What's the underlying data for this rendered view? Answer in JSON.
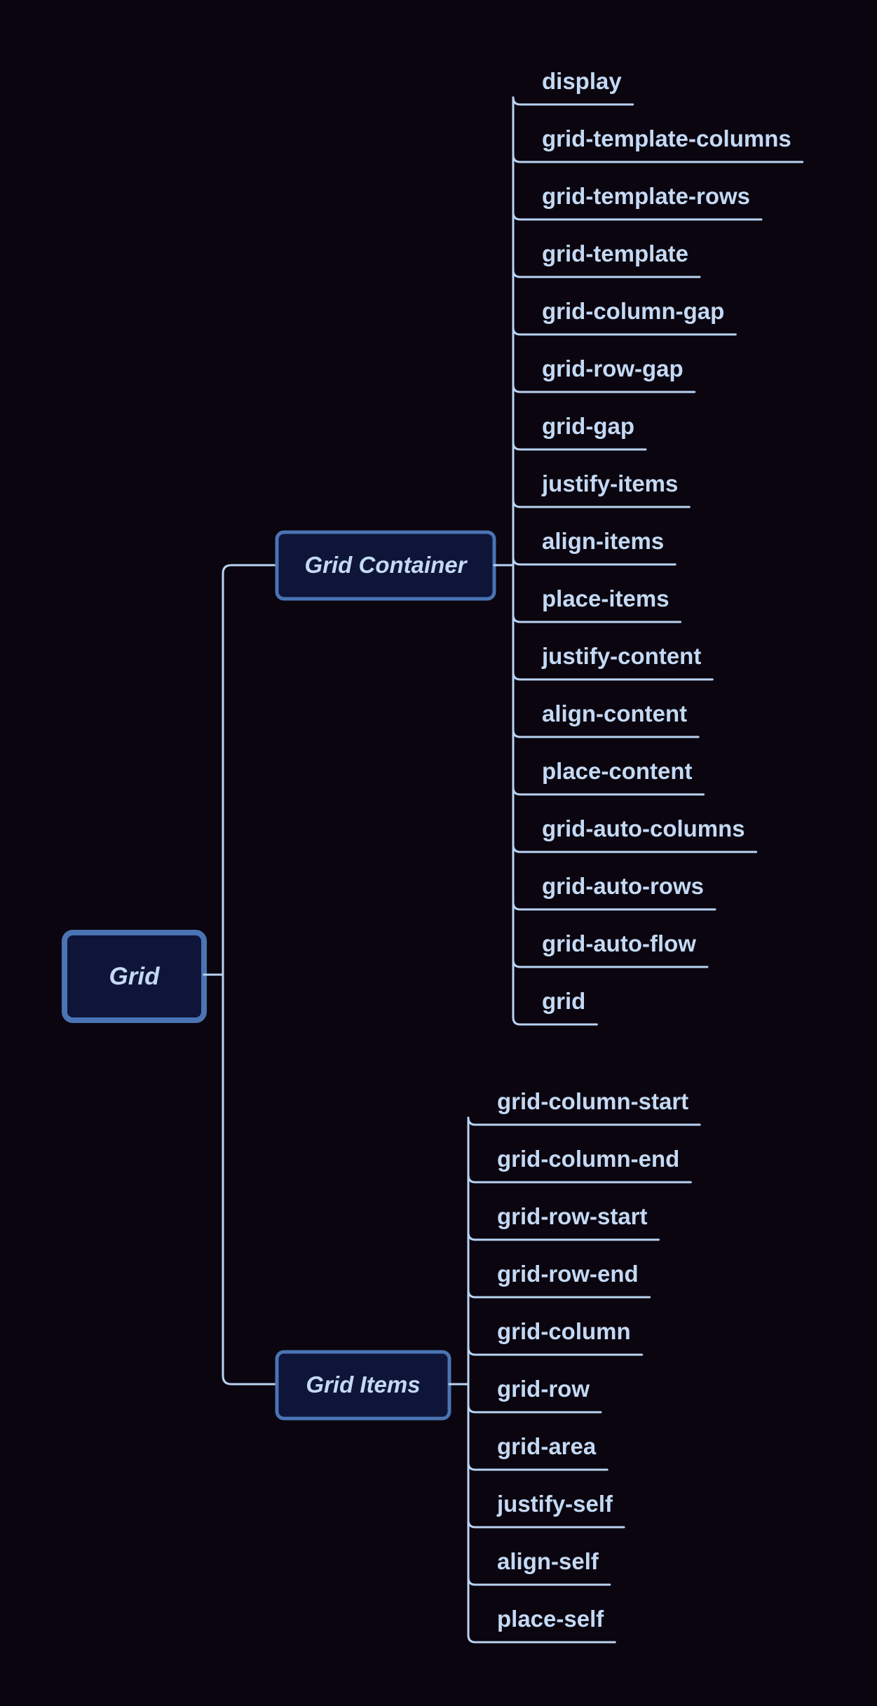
{
  "colors": {
    "background": "#0a050f",
    "node_fill": "#0e1538",
    "node_border": "#4a74b4",
    "text": "#c4d9f4",
    "line": "#b9d3f2"
  },
  "root": {
    "label": "Grid",
    "children": [
      {
        "label": "Grid Container",
        "properties": [
          "display",
          "grid-template-columns",
          "grid-template-rows",
          "grid-template",
          "grid-column-gap",
          "grid-row-gap",
          "grid-gap",
          "justify-items",
          "align-items",
          "place-items",
          "justify-content",
          "align-content",
          "place-content",
          "grid-auto-columns",
          "grid-auto-rows",
          "grid-auto-flow",
          "grid"
        ]
      },
      {
        "label": "Grid Items",
        "properties": [
          "grid-column-start",
          "grid-column-end",
          "grid-row-start",
          "grid-row-end",
          "grid-column",
          "grid-row",
          "grid-area",
          "justify-self",
          "align-self",
          "place-self"
        ]
      }
    ]
  }
}
